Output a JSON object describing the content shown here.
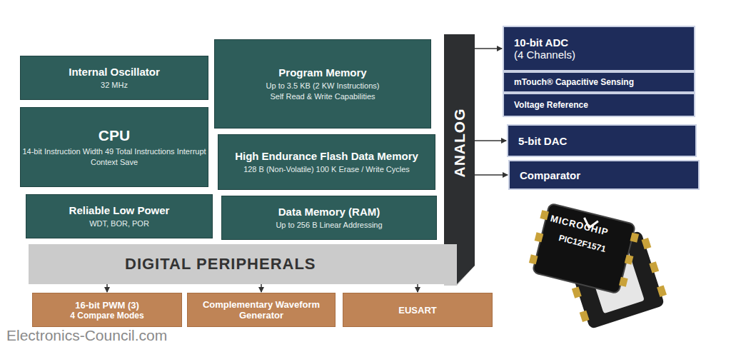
{
  "diagram": {
    "nodes": [
      {
        "text": [
          "Internal Oscillator",
          "32 MHz"
        ]
      },
      {
        "text": [
          "Program Memory",
          "Up to 3.5 KB (2 KW Instructions)",
          "Self Read & Write Capabilities"
        ]
      },
      {
        "text": [
          "CPU",
          "14-bit Instruction Width 49 Total Instructions Interrupt Context Save"
        ]
      },
      {
        "text": [
          "High Endurance Flash Data Memory",
          "128 B (Non-Volatile) 100 K Erase / Write Cycles"
        ]
      },
      {
        "text": [
          "Reliable Low Power",
          "WDT, BOR, POR"
        ]
      },
      {
        "text": [
          "Data Memory (RAM)",
          "Up to 256 B Linear Addressing"
        ]
      },
      {
        "text": [
          "ANALOG"
        ]
      },
      {
        "text": [
          "10-bit ADC",
          "(4 Channels)"
        ]
      },
      {
        "text": [
          "mTouch® Capacitive Sensing"
        ]
      },
      {
        "text": [
          "Voltage Reference"
        ]
      },
      {
        "text": [
          "5-bit DAC"
        ]
      },
      {
        "text": [
          "Comparator"
        ]
      },
      {
        "text": [
          "DIGITAL PERIPHERALS"
        ]
      },
      {
        "text": [
          "16-bit PWM (3)",
          "4 Compare Modes"
        ]
      },
      {
        "text": [
          "Complementary Waveform Generator"
        ]
      },
      {
        "text": [
          "EUSART"
        ]
      }
    ],
    "edges": [
      {
        "from": 6,
        "to": 7,
        "arrow": "to"
      },
      {
        "from": 6,
        "to": 10,
        "arrow": "to"
      },
      {
        "from": 6,
        "to": 11,
        "arrow": "to"
      },
      {
        "from": 12,
        "to": 13,
        "arrow": "to"
      },
      {
        "from": 12,
        "to": 14,
        "arrow": "to"
      },
      {
        "from": 12,
        "to": 15,
        "arrow": "to"
      }
    ],
    "labels": [
      "MICROCHIP",
      "PIC12F1571",
      "Electronics-Council.com"
    ]
  }
}
